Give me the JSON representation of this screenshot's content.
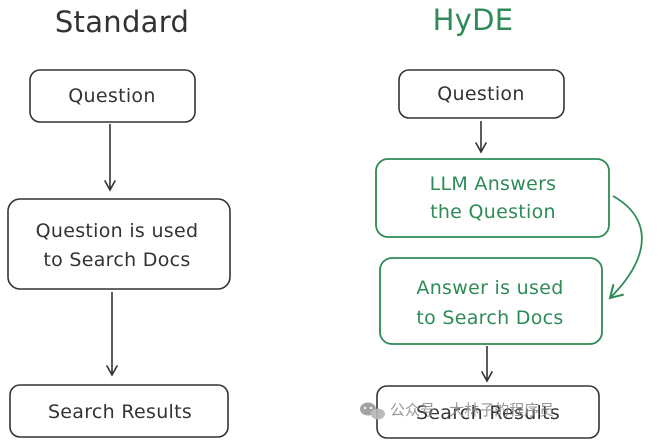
{
  "columns": {
    "standard": {
      "title": "Standard",
      "nodes": {
        "question": "Question",
        "search_docs_line1": "Question is used",
        "search_docs_line2": "to Search Docs",
        "results": "Search Results"
      }
    },
    "hyde": {
      "title": "HyDE",
      "nodes": {
        "question": "Question",
        "llm_line1": "LLM Answers",
        "llm_line2": "the Question",
        "answer_line1": "Answer is used",
        "answer_line2": "to Search Docs",
        "results": "Search Results"
      }
    }
  },
  "watermark": {
    "text": "公众号 · 大林子的程序员"
  },
  "colors": {
    "ink": "#333333",
    "hyde_accent": "#2e8b57",
    "watermark": "#8c8c8c"
  }
}
